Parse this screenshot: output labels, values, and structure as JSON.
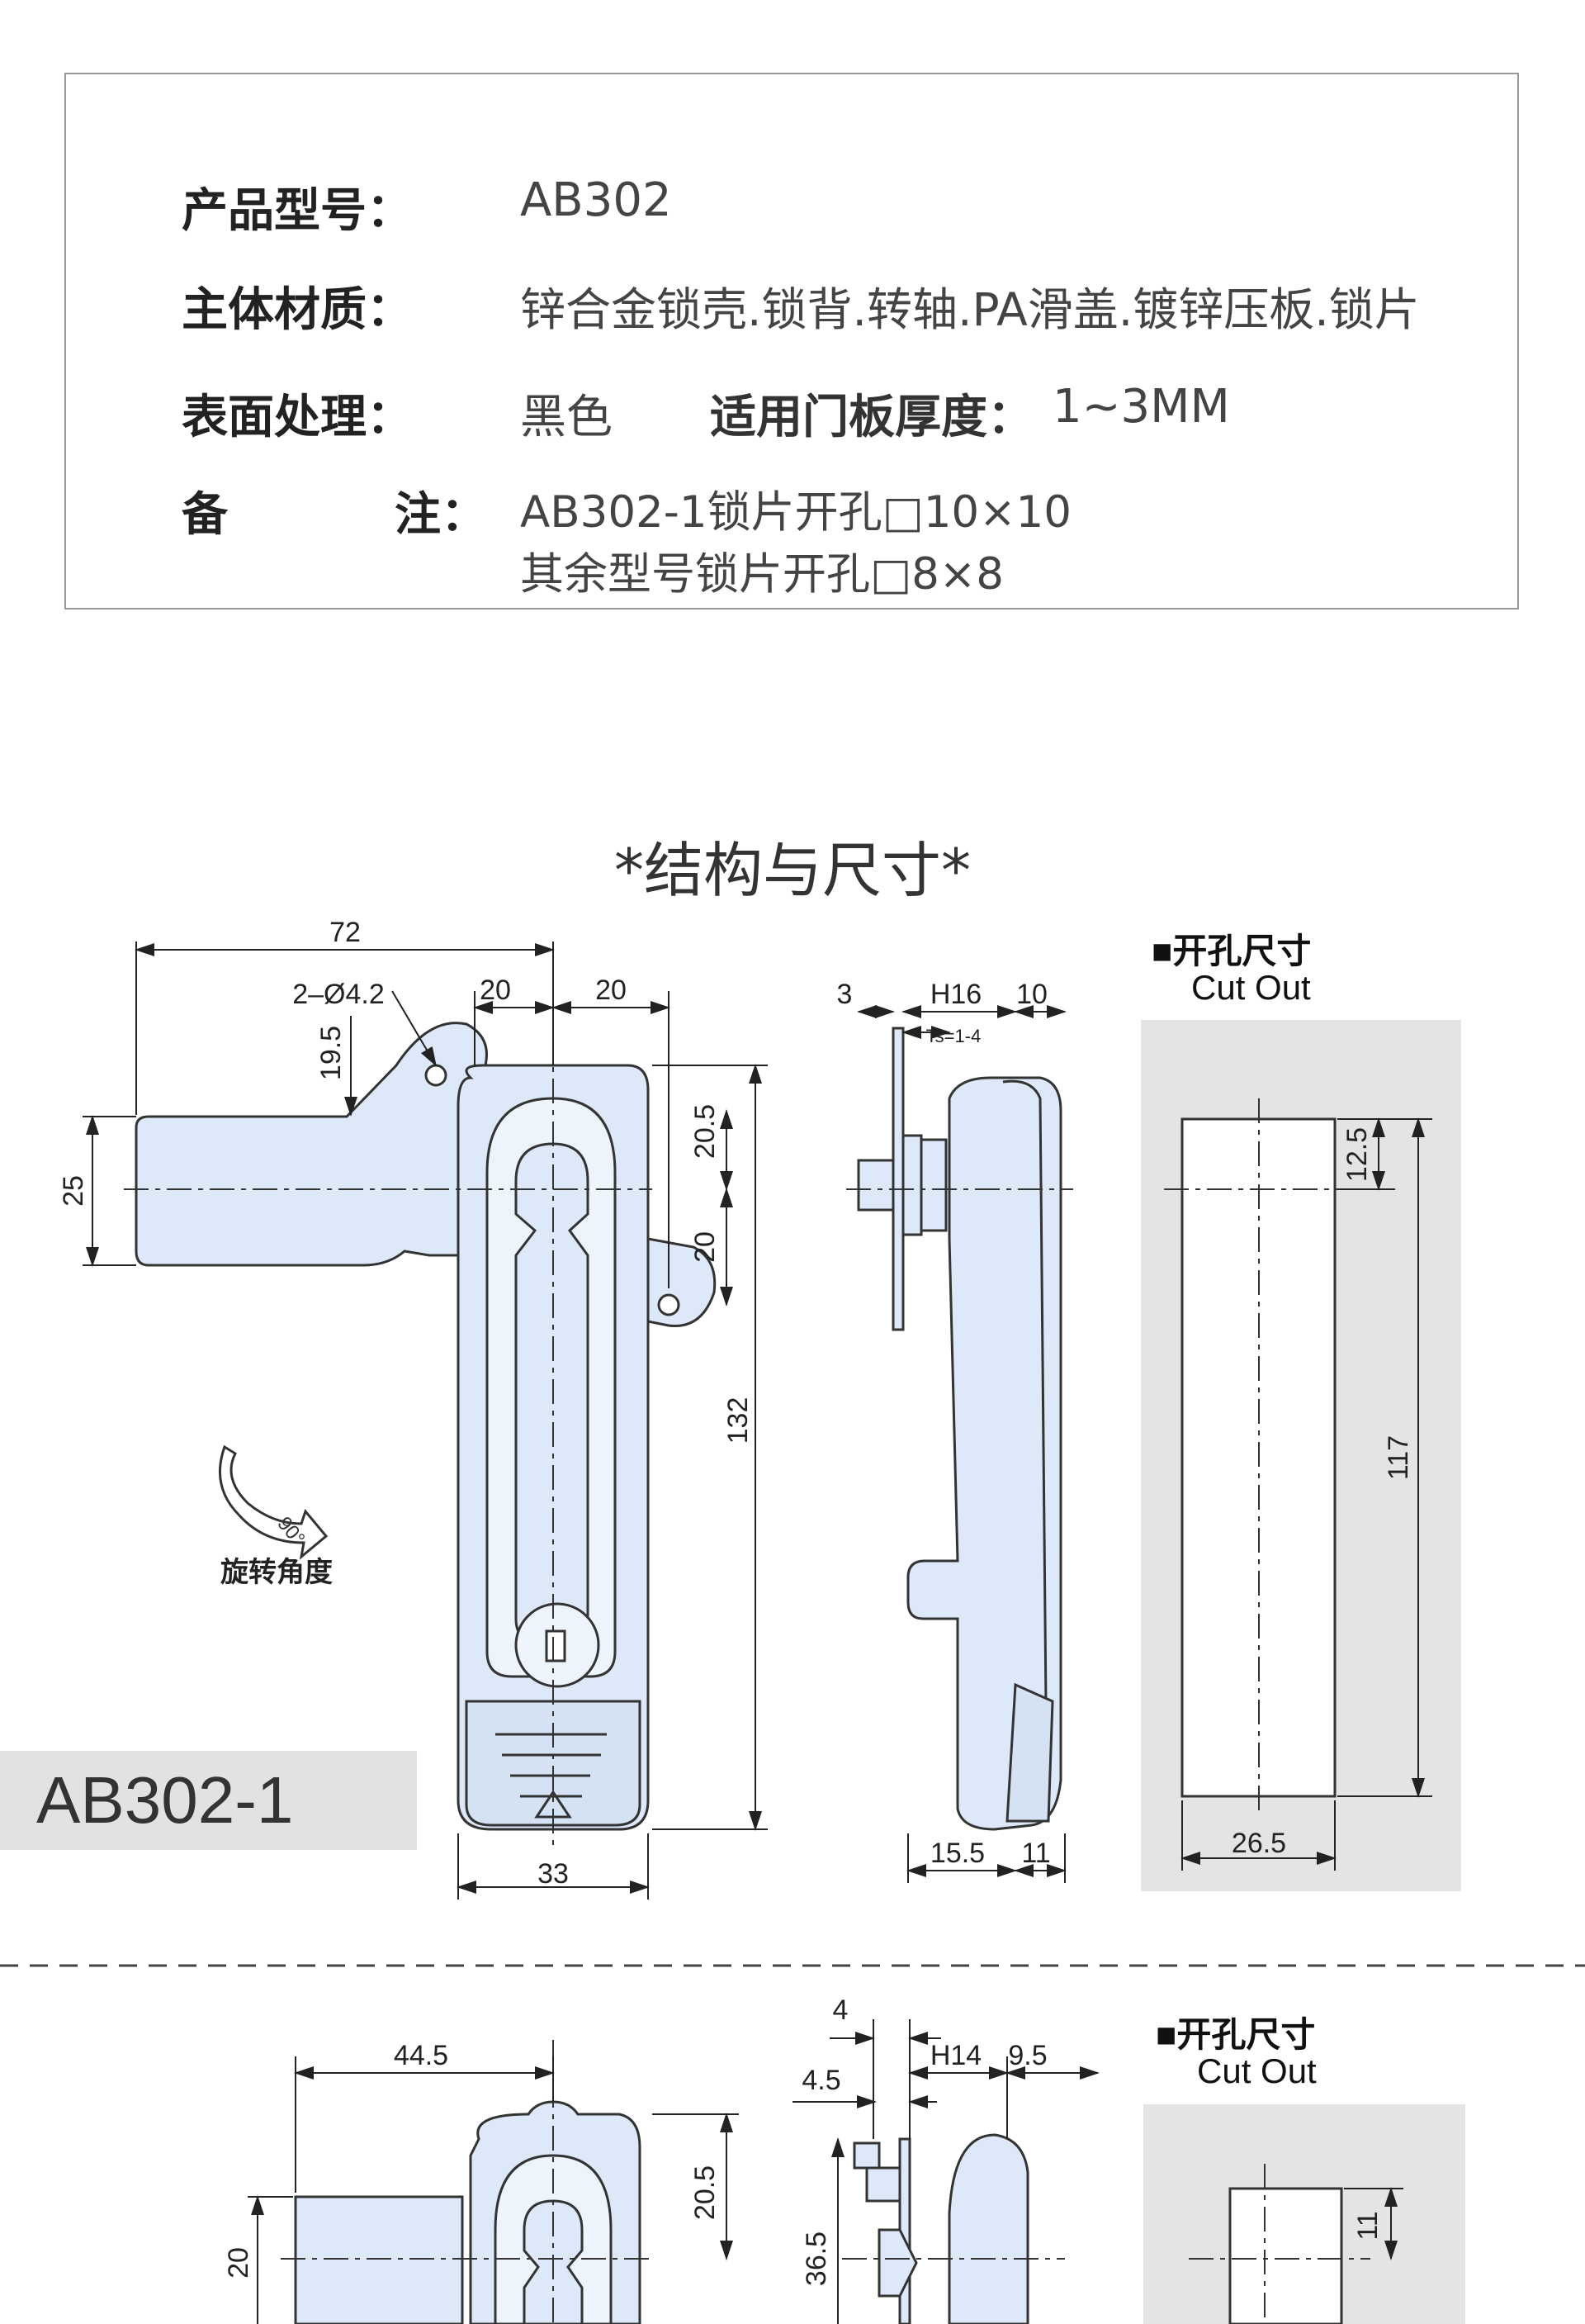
{
  "spec": {
    "model": {
      "label": "产品型号：",
      "value": "AB302"
    },
    "material": {
      "label": "主体材质：",
      "value": "锌合金锁壳.锁背.转轴.PA滑盖.镀锌压板.锁片"
    },
    "finish": {
      "label": "表面处理：",
      "value": "黑色",
      "thickness_label": "适用门板厚度：",
      "thickness_value": "1~3MM"
    },
    "note": {
      "label_a": "备",
      "label_b": "注：",
      "line1": "AB302-1锁片开孔□10×10",
      "line2": "其余型号锁片开孔□8×8"
    }
  },
  "section_title": "*结构与尺寸*",
  "model_badge": "AB302-1",
  "rotation_label": "旋转角度",
  "rotation_angle": "90°",
  "cutout": {
    "cn": "■开孔尺寸",
    "en": "Cut Out"
  },
  "dims_top": {
    "front": [
      "72",
      "2–Ø4.2",
      "20",
      "20",
      "19.5",
      "25",
      "20.5",
      "20",
      "132",
      "33"
    ],
    "side": [
      "3",
      "H16",
      "10",
      "Ts=1-4",
      "15.5",
      "11"
    ],
    "cutout": [
      "12.5",
      "117",
      "26.5"
    ]
  },
  "dims_bottom": {
    "front": [
      "44.5",
      "20.5",
      "20"
    ],
    "side": [
      "4",
      "4.5",
      "H14",
      "9.5",
      "36.5"
    ],
    "cutout": [
      "11"
    ]
  }
}
